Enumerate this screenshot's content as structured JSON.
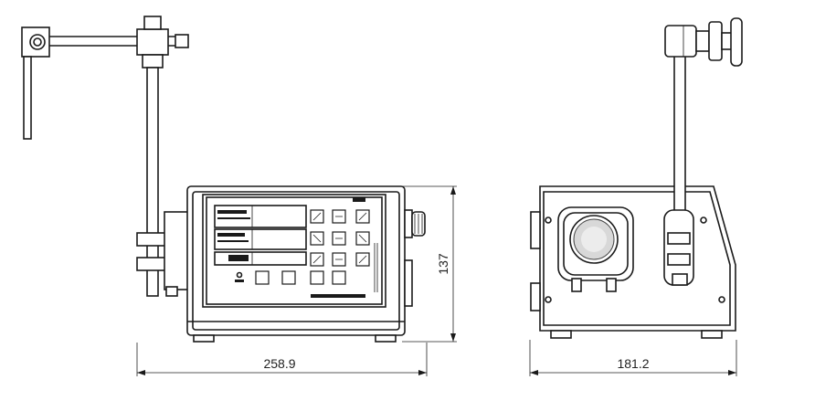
{
  "dimensions": {
    "width": "258.9",
    "height": "137",
    "depth": "181.2"
  }
}
